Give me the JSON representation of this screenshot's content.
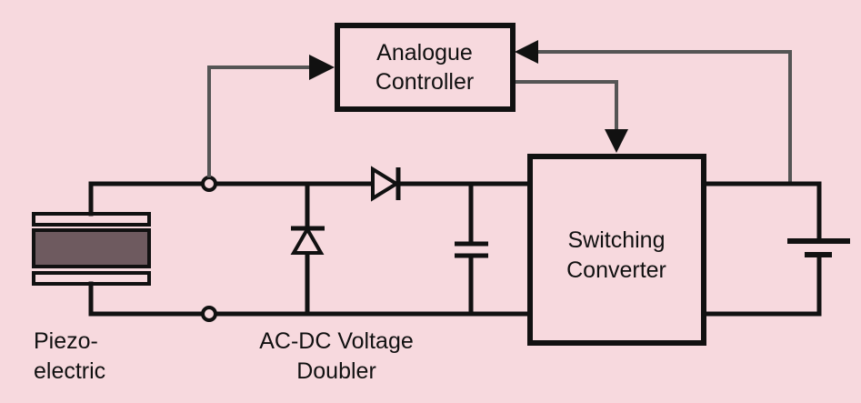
{
  "diagram": {
    "title": "Piezoelectric energy harvester block diagram",
    "background_color": "#f7d9de",
    "components": {
      "analogue_controller": {
        "line1": "Analogue",
        "line2": "Controller"
      },
      "switching_converter": {
        "line1": "Switching",
        "line2": "Converter"
      },
      "piezo": {
        "line1": "Piezo-",
        "line2": "electric"
      },
      "voltage_doubler": {
        "line1": "AC-DC Voltage",
        "line2": "Doubler"
      },
      "battery": {
        "label": ""
      }
    },
    "connections": [
      "piezo terminal -> analogue controller input",
      "analogue controller -> switching converter control",
      "battery node -> analogue controller feedback"
    ]
  }
}
